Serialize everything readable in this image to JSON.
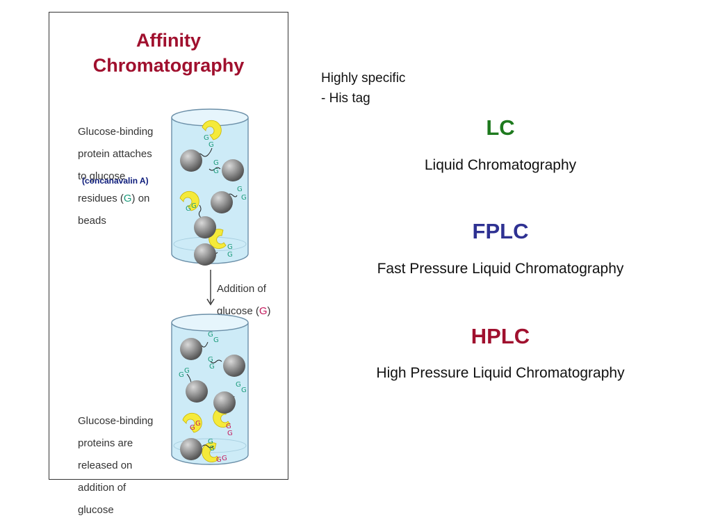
{
  "panel": {
    "title_line1": "Affinity",
    "title_line2": "Chromatography",
    "desc_top_lines": [
      "Glucose-binding",
      "protein attaches",
      "to glucose",
      "residues (",
      "G",
      ") on",
      "beads"
    ],
    "desc_top": {
      "l1": "Glucose-binding",
      "l2": "protein attaches",
      "l3": "to glucose",
      "l4_pre": "residues (",
      "l4_g": "G",
      "l4_post": ") on",
      "l5": "beads"
    },
    "concanavalin": "(concanavalin A)",
    "addition": {
      "l1": "Addition of",
      "l2_pre": "glucose (",
      "l2_g": "G",
      "l2_post": ")"
    },
    "desc_bottom": {
      "l1": "Glucose-binding",
      "l2": "proteins are",
      "l3": "released on",
      "l4": "addition of",
      "l5": "glucose"
    },
    "glucose_letter": "G"
  },
  "notes": {
    "line1": "Highly specific",
    "line2": "- His tag"
  },
  "methods": [
    {
      "acronym": "LC",
      "full": "Liquid Chromatography",
      "color": "#1e7a1e"
    },
    {
      "acronym": "FPLC",
      "full": "Fast Pressure Liquid Chromatography",
      "color": "#2e3192"
    },
    {
      "acronym": "HPLC",
      "full": "High Pressure Liquid Chromatography",
      "color": "#a0102e"
    }
  ],
  "colors": {
    "title": "#a0102e",
    "glucose_green": "#1a9a7a",
    "glucose_pink": "#c2185b",
    "protein_yellow": "#f5ea3a",
    "bead_gray": "#8a8a8a",
    "cylinder_fill": "#cdebf7"
  }
}
